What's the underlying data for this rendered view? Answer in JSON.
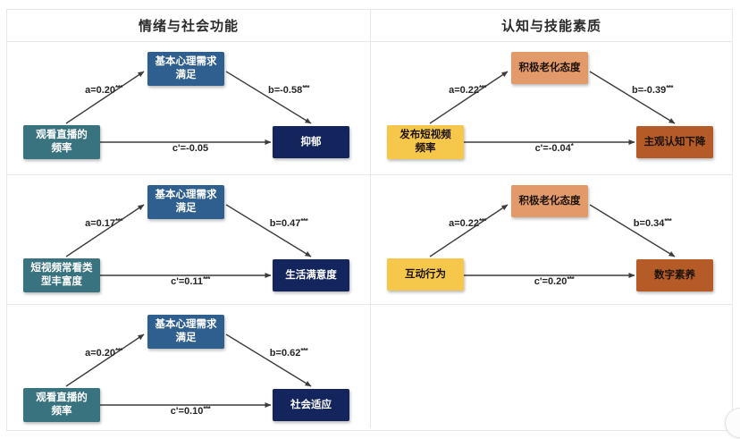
{
  "columns": [
    {
      "title": "情绪与社会功能"
    },
    {
      "title": "认知与技能素质"
    }
  ],
  "diagrams": [
    {
      "id": "live-viewing-depression",
      "predictor": {
        "line1": "观看直播的",
        "line2": "频率"
      },
      "mediator": {
        "line1": "基本心理需求",
        "line2": "满足"
      },
      "outcome": {
        "line1": "抑郁",
        "line2": ""
      },
      "paths": {
        "a": {
          "label": "a=0.20",
          "stars": "***"
        },
        "b": {
          "label": "b=-0.58",
          "stars": "***"
        },
        "c": {
          "label": "c'=-0.05",
          "stars": ""
        }
      }
    },
    {
      "id": "posting-subjective-cognitive-decline",
      "predictor": {
        "line1": "发布短视频",
        "line2": "频率"
      },
      "mediator": {
        "line1": "积极老化态度",
        "line2": ""
      },
      "outcome": {
        "line1": "主观认知下降",
        "line2": ""
      },
      "paths": {
        "a": {
          "label": "a=0.22",
          "stars": "***"
        },
        "b": {
          "label": "b=-0.39",
          "stars": "***"
        },
        "c": {
          "label": "c'=-0.04",
          "stars": "*"
        }
      }
    },
    {
      "id": "video-variety-life-satisfaction",
      "predictor": {
        "line1": "短视频常看类",
        "line2": "型丰富度"
      },
      "mediator": {
        "line1": "基本心理需求",
        "line2": "满足"
      },
      "outcome": {
        "line1": "生活满意度",
        "line2": ""
      },
      "paths": {
        "a": {
          "label": "a=0.17",
          "stars": "***"
        },
        "b": {
          "label": "b=0.47",
          "stars": "***"
        },
        "c": {
          "label": "c'=0.11",
          "stars": "***"
        }
      }
    },
    {
      "id": "interaction-digital-literacy",
      "predictor": {
        "line1": "互动行为",
        "line2": ""
      },
      "mediator": {
        "line1": "积极老化态度",
        "line2": ""
      },
      "outcome": {
        "line1": "数字素养",
        "line2": ""
      },
      "paths": {
        "a": {
          "label": "a=0.22",
          "stars": "***"
        },
        "b": {
          "label": "b=0.34",
          "stars": "***"
        },
        "c": {
          "label": "c'=0.20",
          "stars": "***"
        }
      }
    },
    {
      "id": "live-viewing-social-adaptation",
      "predictor": {
        "line1": "观看直播的",
        "line2": "频率"
      },
      "mediator": {
        "line1": "基本心理需求",
        "line2": "满足"
      },
      "outcome": {
        "line1": "社会适应",
        "line2": ""
      },
      "paths": {
        "a": {
          "label": "a=0.20",
          "stars": "***"
        },
        "b": {
          "label": "b=0.62",
          "stars": "***"
        },
        "c": {
          "label": "c'=0.10",
          "stars": "***"
        }
      }
    }
  ],
  "colors": {
    "predictor_left": "#3A7380",
    "mediator_left": "#2F5F8E",
    "outcome_left": "#13255C",
    "predictor_right": "#F5C74A",
    "mediator_right": "#E29A6A",
    "outcome_right": "#B45B27",
    "arrow": "#3C3C3C",
    "grid_border": "#E8E8E8",
    "label_color": "#252525"
  }
}
